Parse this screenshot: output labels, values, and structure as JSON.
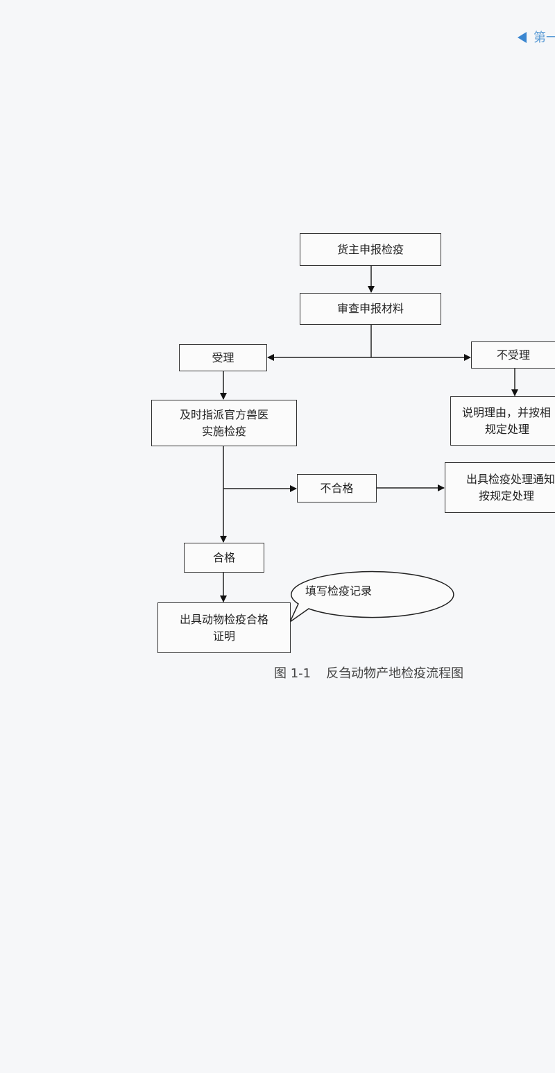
{
  "header": {
    "chapter": "第一"
  },
  "flowchart": {
    "declare": "货主申报检疫",
    "review": "审查申报材料",
    "accept": "受理",
    "reject": "不受理",
    "reject_action_line1": "说明理由，并按相",
    "reject_action_line2": "规定处理",
    "assign_line1": "及时指派官方兽医",
    "assign_line2": "实施检疫",
    "unqualified": "不合格",
    "unqualified_action_line1": "出具检疫处理通知",
    "unqualified_action_line2": "按规定处理",
    "qualified": "合格",
    "certificate_line1": "出具动物检疫合格",
    "certificate_line2": "证明",
    "callout": "填写检疫记录"
  },
  "caption": {
    "number": "图 1-1",
    "title": "反刍动物产地检疫流程图"
  }
}
